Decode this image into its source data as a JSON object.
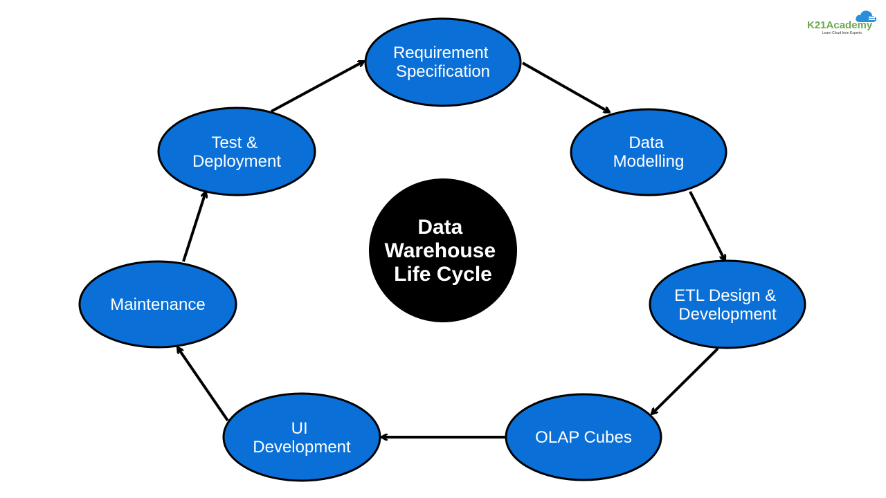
{
  "diagram": {
    "center": {
      "lines": [
        "Data",
        "Warehouse",
        "Life Cycle"
      ]
    },
    "nodes": [
      {
        "id": "requirement-specification",
        "lines": [
          "Requirement",
          "Specification"
        ]
      },
      {
        "id": "data-modelling",
        "lines": [
          "Data",
          "Modelling"
        ]
      },
      {
        "id": "etl-design-development",
        "lines": [
          "ETL Design &",
          "Development"
        ]
      },
      {
        "id": "olap-cubes",
        "lines": [
          "OLAP Cubes"
        ]
      },
      {
        "id": "ui-development",
        "lines": [
          "UI",
          "Development"
        ]
      },
      {
        "id": "maintenance",
        "lines": [
          "Maintenance"
        ]
      },
      {
        "id": "test-deployment",
        "lines": [
          "Test &",
          "Deployment"
        ]
      }
    ],
    "edges": [
      {
        "from": "requirement-specification",
        "to": "data-modelling"
      },
      {
        "from": "data-modelling",
        "to": "etl-design-development"
      },
      {
        "from": "etl-design-development",
        "to": "olap-cubes"
      },
      {
        "from": "olap-cubes",
        "to": "ui-development"
      },
      {
        "from": "ui-development",
        "to": "maintenance"
      },
      {
        "from": "maintenance",
        "to": "test-deployment"
      },
      {
        "from": "test-deployment",
        "to": "requirement-specification"
      }
    ]
  },
  "colors": {
    "node_fill": "#0a6fd6",
    "center_fill": "#000000",
    "node_text": "#ffffff",
    "logo_green": "#6aa84f",
    "logo_blue": "#2a8fd8"
  },
  "logo": {
    "brand": "K21Academy",
    "tagline": "Learn Cloud from Experts"
  }
}
